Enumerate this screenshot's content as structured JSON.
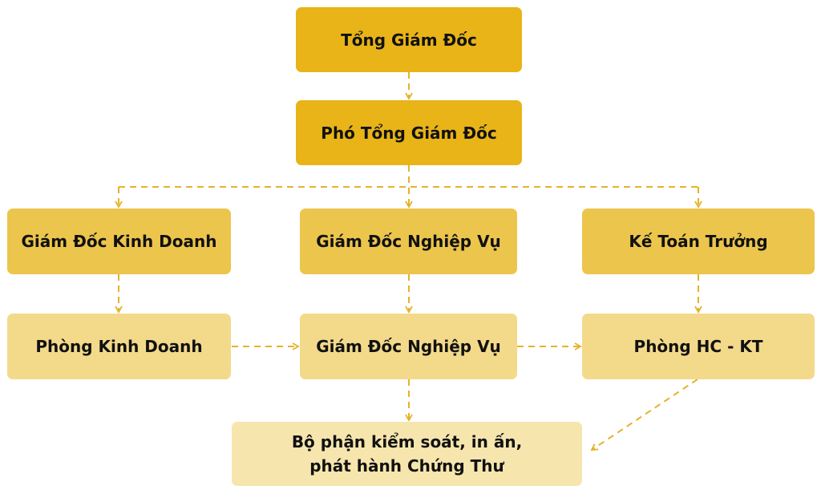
{
  "nodes": {
    "ceo": "Tổng Giám Đốc",
    "deputy_ceo": "Phó Tổng Giám Đốc",
    "sales_director": "Giám Đốc Kinh Doanh",
    "operations_director": "Giám Đốc Nghiệp Vụ",
    "chief_accountant": "Kế Toán Trưởng",
    "sales_department": "Phòng Kinh Doanh",
    "operations_unit": "Giám Đốc Nghiệp Vụ",
    "admin_accounting_department": "Phòng HC - KT",
    "control_unit_line1": "Bộ phận kiểm soát, in ấn,",
    "control_unit_line2": "phát hành Chứng Thư"
  },
  "colors": {
    "level1": "#E8B417",
    "level2": "#ECC54C",
    "level3": "#F3D98A",
    "level4": "#F6E6AE",
    "connector": "#E4B32A"
  },
  "connector_style": "dashed-arrow"
}
